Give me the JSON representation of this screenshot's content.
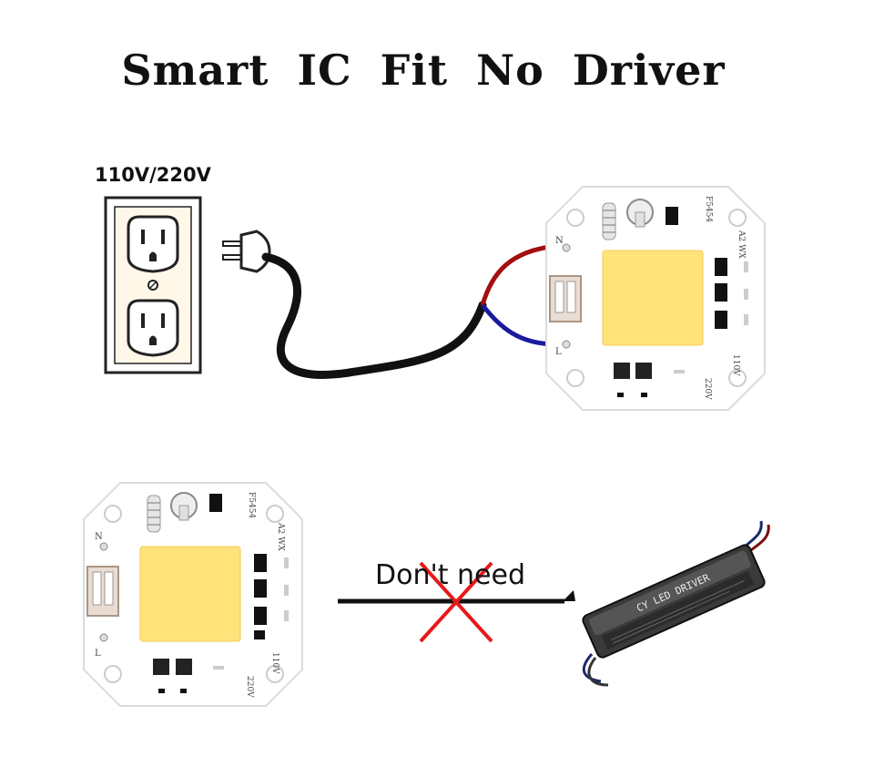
{
  "title": "Smart  IC  Fit  No  Driver",
  "voltage_label": "110V/220V",
  "dont_need_label": "Don't need",
  "colors": {
    "led_yellow": "#ffe27a",
    "pcb_white": "#ffffff",
    "live_wire": "#a30f0f",
    "neutral_wire": "#1a1a9e",
    "cross": "#e81919",
    "driver_case": "#2b2b2b"
  },
  "module_top": {
    "model": "F5454",
    "code": "A2 WX",
    "terminal_n": "N",
    "terminal_l": "L",
    "v110": "110V",
    "v220": "220V"
  },
  "module_bottom": {
    "model": "F5454",
    "code": "A2 WX",
    "terminal_n": "N",
    "terminal_l": "L",
    "v110": "110V",
    "v220": "220V"
  },
  "driver": {
    "label": "CY LED DRIVER"
  },
  "icons": [
    "wall-outlet-icon",
    "power-plug-icon",
    "cob-led-module",
    "led-driver-box",
    "red-cross-icon"
  ]
}
